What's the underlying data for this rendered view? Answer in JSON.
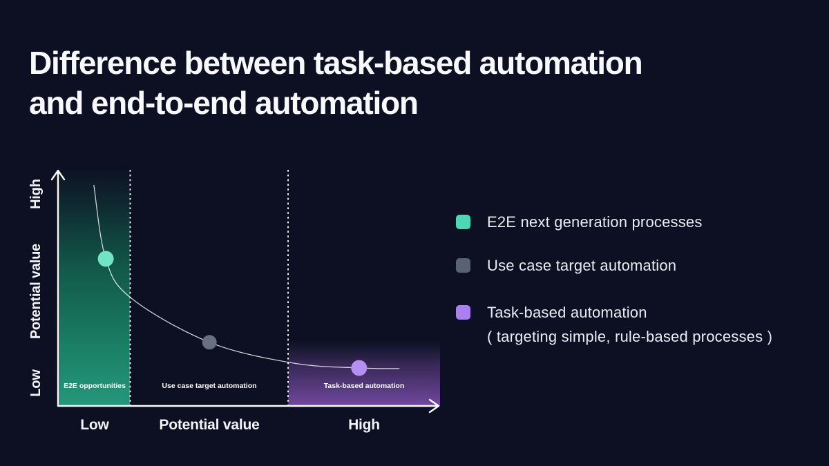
{
  "slide": {
    "title_line1": "Difference between task-based automation",
    "title_line2": "and end-to-end automation",
    "background_color": "#0d1022",
    "title_color": "#f8f9fb"
  },
  "chart": {
    "y_axis": {
      "high": "High",
      "label": "Potential value",
      "low": "Low"
    },
    "x_axis": {
      "low": "Low",
      "label": "Potential value",
      "high": "High"
    },
    "zone_labels": {
      "left": "E2E opportunities",
      "middle": "Use case target automation",
      "right": "Task-based automation"
    }
  },
  "legend": {
    "items": [
      {
        "label": "E2E next generation processes",
        "color": "#4fd6b7"
      },
      {
        "label": "Use case target automation",
        "color": "#5a6172"
      },
      {
        "label": "Task-based automation",
        "sublabel": "( targeting simple, rule-based processes )",
        "color": "#ab7ff0"
      }
    ]
  },
  "chart_data": {
    "type": "scatter",
    "title": "Difference between task-based automation and end-to-end automation",
    "xlabel": "Potential value",
    "ylabel": "Potential value",
    "x_tick_labels": [
      "Low",
      "High"
    ],
    "y_tick_labels": [
      "Low",
      "High"
    ],
    "xlim": [
      0,
      1
    ],
    "ylim": [
      0,
      1
    ],
    "grid": false,
    "legend_position": "right",
    "curve": [
      [
        0.096,
        1.0
      ],
      [
        0.128,
        0.666
      ],
      [
        0.196,
        0.488
      ],
      [
        0.406,
        0.288
      ],
      [
        0.63,
        0.194
      ],
      [
        0.807,
        0.172
      ],
      [
        0.915,
        0.169
      ]
    ],
    "points": [
      {
        "name": "E2E next generation processes",
        "x": 0.128,
        "y": 0.666,
        "r": 11.5,
        "color": "#73e3c6"
      },
      {
        "name": "Use case target automation",
        "x": 0.406,
        "y": 0.288,
        "r": 10.5,
        "color": "#677082"
      },
      {
        "name": "Task-based automation",
        "x": 0.807,
        "y": 0.172,
        "r": 11.5,
        "color": "#b78ff3"
      }
    ],
    "zones": [
      {
        "label": "E2E opportunities",
        "x0": 0.0,
        "x1": 0.193,
        "fill_bottom": "#25977c",
        "fill_top": "transparent"
      },
      {
        "label": "Use case target automation",
        "x0": 0.193,
        "x1": 0.617,
        "fill_bottom": "none",
        "fill_top": "none"
      },
      {
        "label": "Task-based automation",
        "x0": 0.617,
        "x1": 1.02,
        "fill_bottom": "#6d4799",
        "fill_top": "transparent"
      }
    ],
    "separator_style": "white dotted vertical lines",
    "axis_color": "#ffffff"
  }
}
